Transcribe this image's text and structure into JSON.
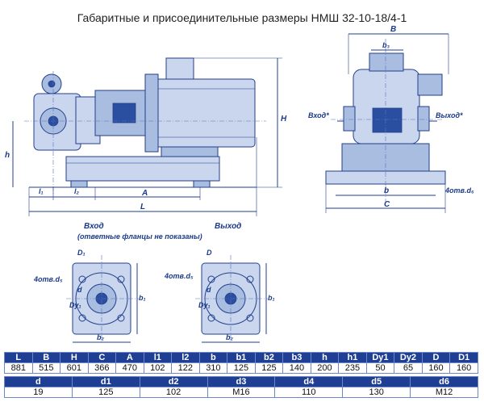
{
  "title": "Габаритные и присоединительные размеры НМШ 32-10-18/4-1",
  "side_view": {
    "dims": {
      "l1": "l₁",
      "l2": "l₂",
      "A": "A",
      "L": "L",
      "h": "h",
      "H": "H"
    }
  },
  "front_view": {
    "dims": {
      "B": "B",
      "b3": "b₃",
      "b": "b",
      "C": "C",
      "holes": "4отв.d₆"
    },
    "inlet": "Вход*",
    "outlet": "Выход*"
  },
  "flange_inlet": {
    "title": "Вход",
    "note": "(ответные фланцы не показаны)",
    "dims": {
      "D": "D₁",
      "holes": "4отв.d₅",
      "d": "d",
      "dy": "Dy₁",
      "b1": "b₁",
      "b2": "b₂"
    }
  },
  "flange_outlet": {
    "title": "Выход",
    "dims": {
      "D": "D",
      "holes": "4отв.d₅",
      "d": "d",
      "dy": "Dy₁",
      "b1": "b₁",
      "b2": "b₂"
    }
  },
  "table1": {
    "headers": [
      "L",
      "B",
      "H",
      "C",
      "A",
      "l1",
      "l2",
      "b",
      "b1",
      "b2",
      "b3",
      "h",
      "h1",
      "Dy1",
      "Dy2",
      "D",
      "D1"
    ],
    "values": [
      "881",
      "515",
      "601",
      "366",
      "470",
      "102",
      "122",
      "310",
      "125",
      "125",
      "140",
      "200",
      "235",
      "50",
      "65",
      "160",
      "160"
    ]
  },
  "table2": {
    "headers": [
      "d",
      "d1",
      "d2",
      "d3",
      "d4",
      "d5",
      "d6"
    ],
    "values": [
      "19",
      "125",
      "102",
      "M16",
      "110",
      "130",
      "M12"
    ]
  }
}
